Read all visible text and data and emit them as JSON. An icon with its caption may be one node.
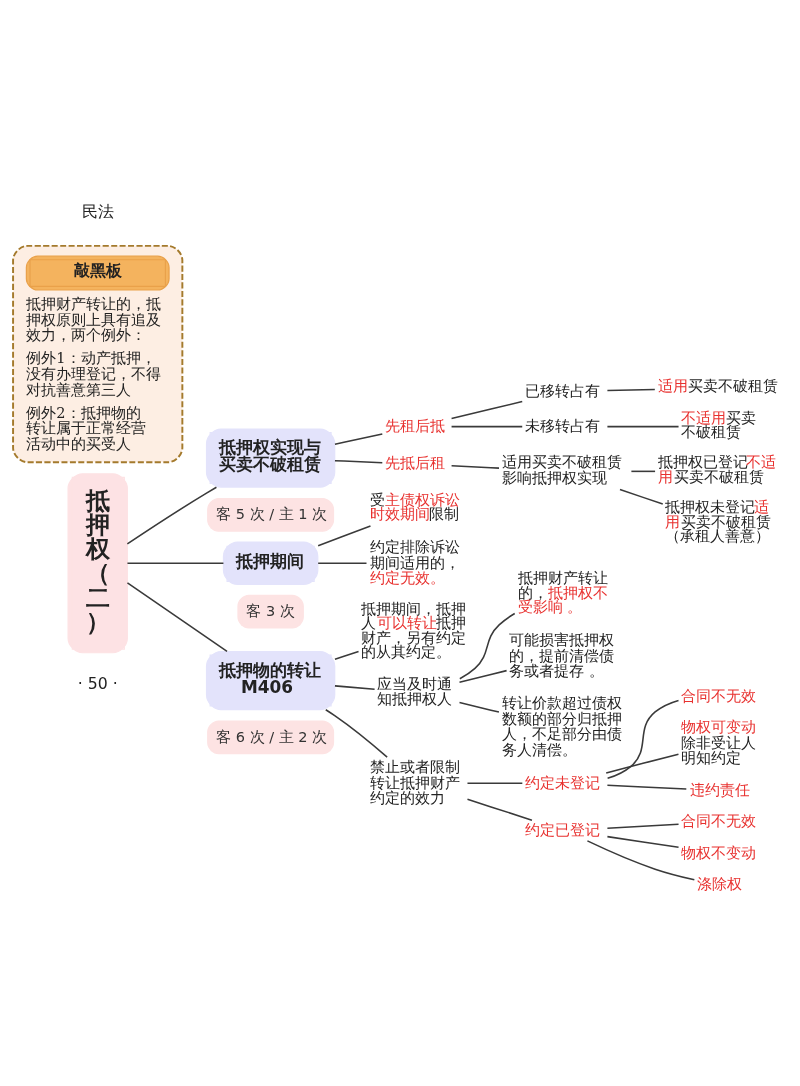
{
  "diagram": {
    "nodes": [
      {
        "text": [
          "敲黑板",
          "抵押财产转让的，抵押权原则上具有追及效力，两个例外：",
          "例外1：动产抵押，没有办理登记，不得对抗善意第三人",
          "例外2：抵押物的转让属于正常经营活动中的买受人"
        ]
      },
      {
        "text": [
          "抵押权（二）"
        ]
      },
      {
        "text": [
          "抵押权实现与买卖不破租赁"
        ],
        "beside": [
          "客 5 次 / 主 1 次"
        ]
      },
      {
        "text": [
          "先租后抵"
        ]
      },
      {
        "text": [
          "已移转占有"
        ]
      },
      {
        "text": [
          "适用买卖不破租赁"
        ]
      },
      {
        "text": [
          "未移转占有"
        ]
      },
      {
        "text": [
          "不适用买卖不破租赁"
        ]
      },
      {
        "text": [
          "先抵后租"
        ]
      },
      {
        "text": [
          "适用买卖不破租赁影响抵押权实现"
        ]
      },
      {
        "text": [
          "抵押权已登记不适用买卖不破租赁"
        ]
      },
      {
        "text": [
          "抵押权未登记适用买卖不破租赁（承租人善意）"
        ]
      },
      {
        "text": [
          "抵押期间"
        ],
        "beside": [
          "客 3 次"
        ]
      },
      {
        "text": [
          "受主债权诉讼时效期间限制"
        ]
      },
      {
        "text": [
          "约定排除诉讼期间适用的，约定无效。"
        ]
      },
      {
        "text": [
          "抵押物的转让 M406"
        ],
        "beside": [
          "客 6 次 / 主 2 次"
        ]
      },
      {
        "text": [
          "抵押期间，抵押人可以转让抵押财产，另有约定的从其约定。"
        ]
      },
      {
        "text": [
          "应当及时通知抵押权人"
        ]
      },
      {
        "text": [
          "抵押财产转让的，抵押权不受影响 。"
        ]
      },
      {
        "text": [
          "可能损害抵押权的，提前清偿债务或者提存 。"
        ]
      },
      {
        "text": [
          "转让价款超过债权数额的部分归抵押人，不足部分由债务人清偿。"
        ]
      },
      {
        "text": [
          "禁止或者限制转让抵押财产约定的效力"
        ]
      },
      {
        "text": [
          "约定未登记"
        ]
      },
      {
        "text": [
          "合同不无效"
        ]
      },
      {
        "text": [
          "物权可变动",
          "除非受让人明知约定"
        ]
      },
      {
        "text": [
          "违约责任"
        ]
      },
      {
        "text": [
          "约定已登记"
        ]
      },
      {
        "text": [
          "合同不无效"
        ]
      },
      {
        "text": [
          "物权不变动"
        ]
      },
      {
        "text": [
          "涤除权"
        ]
      }
    ],
    "edges": [
      {
        "from": 1,
        "to": 2,
        "arrow": "none"
      },
      {
        "from": 2,
        "to": 3,
        "arrow": "none"
      },
      {
        "from": 3,
        "to": 4,
        "arrow": "none"
      },
      {
        "from": 4,
        "to": 5,
        "arrow": "none"
      },
      {
        "from": 3,
        "to": 6,
        "arrow": "none"
      },
      {
        "from": 6,
        "to": 7,
        "arrow": "none"
      },
      {
        "from": 2,
        "to": 8,
        "arrow": "none"
      },
      {
        "from": 8,
        "to": 9,
        "arrow": "none"
      },
      {
        "from": 9,
        "to": 10,
        "arrow": "none"
      },
      {
        "from": 9,
        "to": 11,
        "arrow": "none"
      },
      {
        "from": 1,
        "to": 12,
        "arrow": "none"
      },
      {
        "from": 12,
        "to": 13,
        "arrow": "none"
      },
      {
        "from": 12,
        "to": 14,
        "arrow": "none"
      },
      {
        "from": 1,
        "to": 15,
        "arrow": "none"
      },
      {
        "from": 15,
        "to": 16,
        "arrow": "none"
      },
      {
        "from": 15,
        "to": 17,
        "arrow": "none"
      },
      {
        "from": 17,
        "to": 18,
        "arrow": "none"
      },
      {
        "from": 17,
        "to": 19,
        "arrow": "none"
      },
      {
        "from": 17,
        "to": 20,
        "arrow": "none"
      },
      {
        "from": 15,
        "to": 21,
        "arrow": "none"
      },
      {
        "from": 21,
        "to": 22,
        "arrow": "none"
      },
      {
        "from": 22,
        "to": 23,
        "arrow": "none"
      },
      {
        "from": 22,
        "to": 24,
        "arrow": "none"
      },
      {
        "from": 22,
        "to": 25,
        "arrow": "none"
      },
      {
        "from": 21,
        "to": 26,
        "arrow": "none"
      },
      {
        "from": 26,
        "to": 27,
        "arrow": "none"
      },
      {
        "from": 26,
        "to": 28,
        "arrow": "none"
      },
      {
        "from": 26,
        "to": 29,
        "arrow": "none"
      }
    ],
    "labels": [
      "民法",
      "· 50 ·"
    ]
  }
}
